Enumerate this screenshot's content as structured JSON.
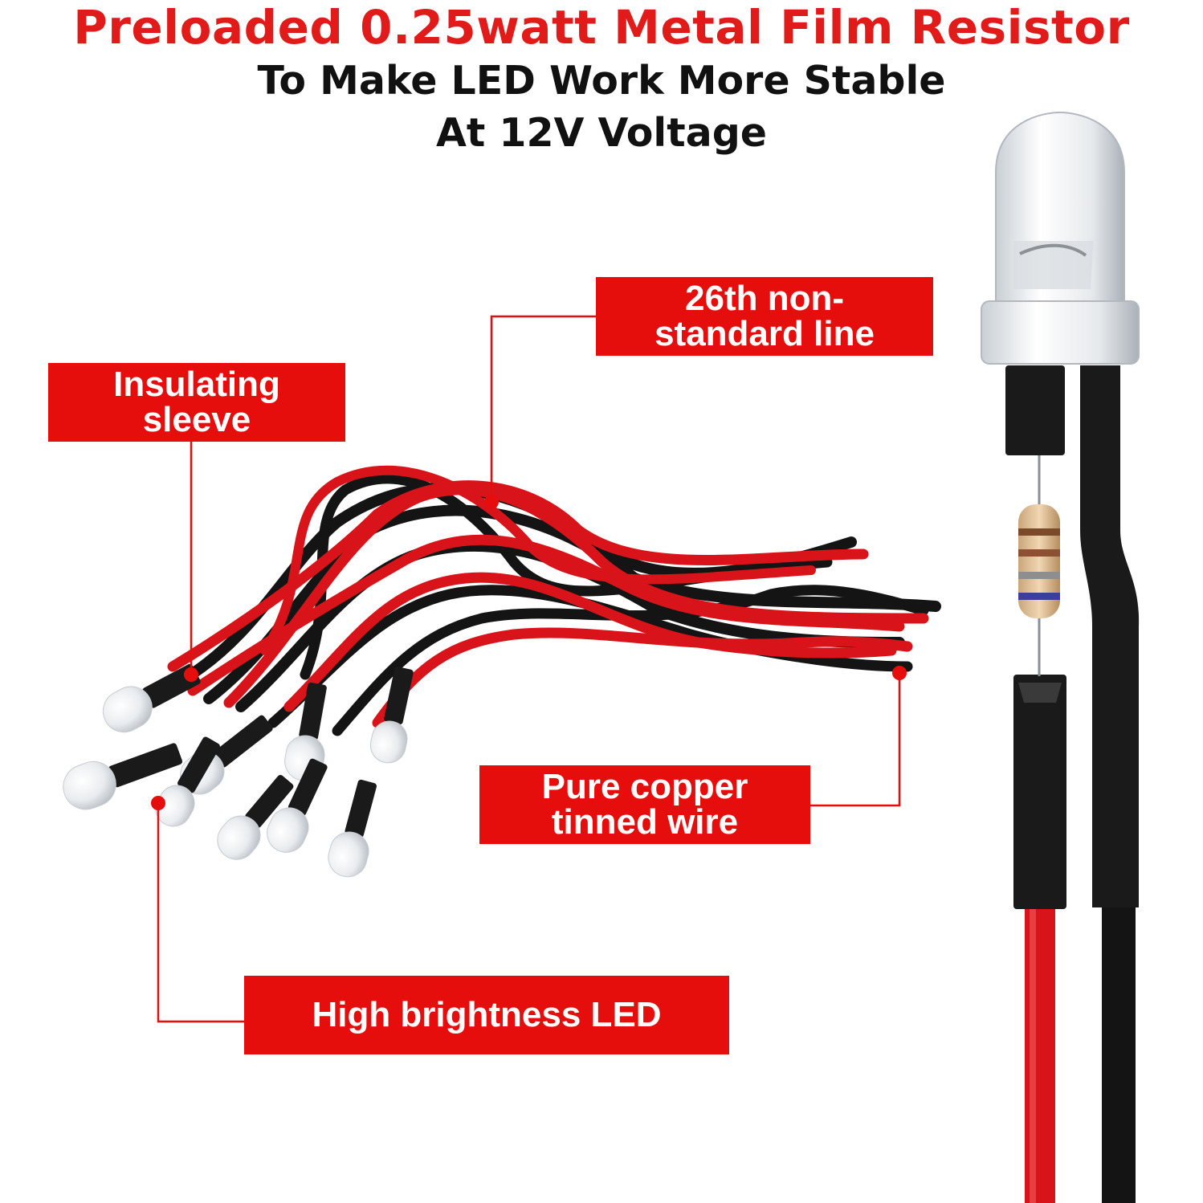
{
  "header": {
    "title": "Preloaded 0.25watt Metal Film Resistor",
    "subtitle_line1": "To Make LED Work More Stable",
    "subtitle_line2": "At 12V Voltage"
  },
  "callouts": {
    "line": "26th non-\nstandard line",
    "sleeve": "Insulating\nsleeve",
    "copper": "Pure copper\ntinned wire",
    "led": "High brightness LED"
  },
  "colors": {
    "title_red": "#e11a1a",
    "callout_red": "#e60d0d",
    "text_black": "#111111",
    "wire_red": "#d8141a",
    "wire_black": "#141414"
  }
}
